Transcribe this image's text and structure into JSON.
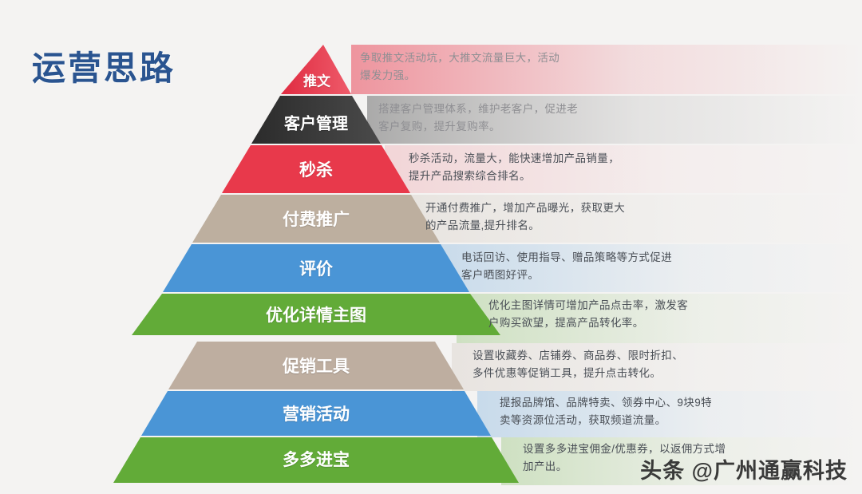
{
  "page": {
    "title": "运营思路",
    "background_color": "#f4f3f2",
    "title_color": "#2a5490",
    "watermark": "头条 @广州通赢科技"
  },
  "chart_data": {
    "type": "pyramid",
    "title": "运营思路",
    "levels_count": 10,
    "orientation": "top-narrow",
    "note": "Top group: 7 tiers (推文 → 优化详情主图). Bottom group: 3 tiers (促销工具 → 多多进宝).",
    "tiers": [
      {
        "rank": 1,
        "label": "推文",
        "color": "#e8364a",
        "band_color": "#e8364a",
        "description": "争取推文活动坑，大推文流量巨大，活动\n爆发力强。",
        "description_faded": true
      },
      {
        "rank": 2,
        "label": "客户管理",
        "color": "#333333",
        "band_color": "#8d8d8d",
        "description": "搭建客户管理体系，维护老客户，促进老\n客户复购，提升复购率。",
        "description_faded": true
      },
      {
        "rank": 3,
        "label": "秒杀",
        "color": "#e8394b",
        "band_color": "#e8394b",
        "description": "秒杀活动，流量大，能快速增加产品销量，\n提升产品搜索综合排名。",
        "description_faded": false
      },
      {
        "rank": 4,
        "label": "付费推广",
        "color": "#bdaf9f",
        "band_color": "#bdaf9f",
        "description": "开通付费推广，增加产品曝光，获取更大\n的产品流量,提升排名。",
        "description_faded": false
      },
      {
        "rank": 5,
        "label": "评价",
        "color": "#4a95d6",
        "band_color": "#4a95d6",
        "description": "电话回访、使用指导、赠品策略等方式促进\n客户晒图好评。",
        "description_faded": false
      },
      {
        "rank": 6,
        "label": "优化详情主图",
        "color": "#62ab38",
        "band_color": "#62ab38",
        "description": "优化主图详情可增加产品点击率，激发客\n户购买欲望，提高产品转化率。",
        "description_faded": false
      },
      {
        "rank": 7,
        "label": "促销工具",
        "color": "#beaea0",
        "band_color": "#beaea0",
        "description": "设置收藏券、店铺券、商品券、限时折扣、\n多件优惠等促销工具，提升点击转化。",
        "description_faded": false
      },
      {
        "rank": 8,
        "label": "营销活动",
        "color": "#4a95d6",
        "band_color": "#4a95d6",
        "description": "提报品牌馆、品牌特卖、领券中心、9块9特\n卖等资源位活动，获取频道流量。",
        "description_faded": false
      },
      {
        "rank": 9,
        "label": "多多进宝",
        "color": "#62ab38",
        "band_color": "#62ab38",
        "description": "设置多多进宝佣金/优惠券，以返佣方式增\n加产出。",
        "description_faded": false
      }
    ]
  }
}
